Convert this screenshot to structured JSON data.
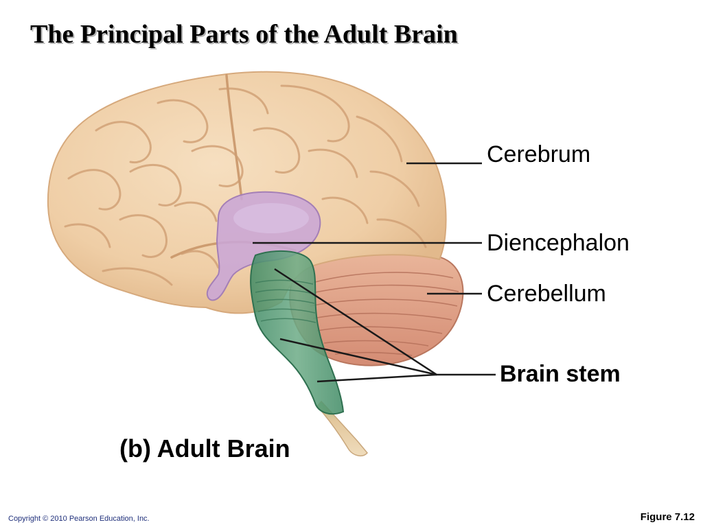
{
  "slide": {
    "title": "The Principal Parts of the Adult Brain",
    "caption": "(b) Adult Brain",
    "copyright": "Copyright © 2010 Pearson Education, Inc.",
    "figure_number": "Figure 7.12"
  },
  "labels": {
    "cerebrum": "Cerebrum",
    "diencephalon": "Diencephalon",
    "cerebellum": "Cerebellum",
    "brain_stem": "Brain stem"
  },
  "colors": {
    "cerebrum": "#f1d2ac",
    "diencephalon": "#c9a6d6",
    "cerebellum": "#dea088",
    "brain_stem": "#5a9a78",
    "spinal_cord": "#e3c79c"
  }
}
